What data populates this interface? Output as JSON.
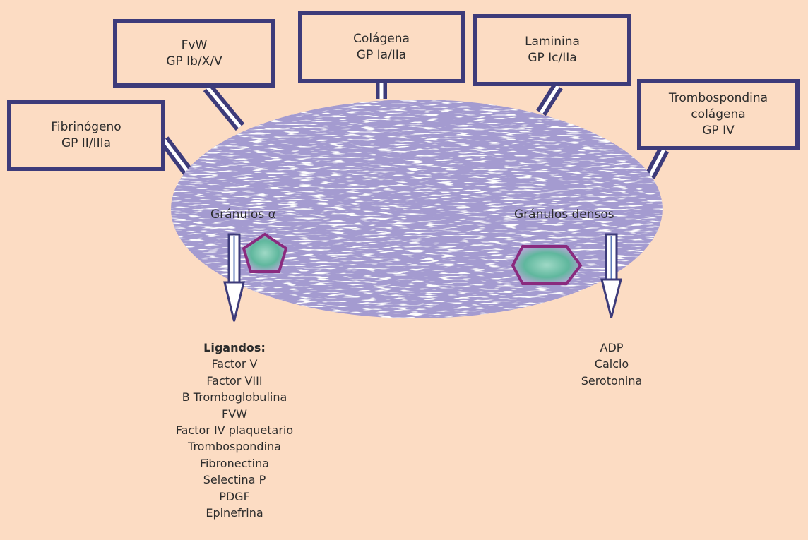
{
  "receptors": [
    {
      "lines": [
        "Fibrinógeno",
        "GP II/IIIa"
      ]
    },
    {
      "lines": [
        "FvW",
        "GP Ib/X/V"
      ]
    },
    {
      "lines": [
        "Colágena",
        "GP Ia/IIa"
      ]
    },
    {
      "lines": [
        "Laminina",
        "GP Ic/IIa"
      ]
    },
    {
      "lines": [
        "Trombospondina",
        "colágena",
        "GP IV"
      ]
    }
  ],
  "granules": {
    "alpha_label": "Gránulos α",
    "dense_label": "Gránulos densos"
  },
  "alpha_contents": {
    "heading": "Ligandos:",
    "items": [
      "Factor V",
      "Factor VIII",
      "B Tromboglobulina",
      "FVW",
      "Factor IV plaquetario",
      "Trombospondina",
      "Fibronectina",
      "Selectina P",
      "PDGF",
      "Epinefrina"
    ]
  },
  "dense_contents": {
    "items": [
      "ADP",
      "Calcio",
      "Serotonina"
    ]
  },
  "colors": {
    "background": "#fcdcc3",
    "platelet": "#a49bd0",
    "box_border": "#3d3b7a",
    "granule_border": "#8a2a7e",
    "granule_fill": "#6fbfa6",
    "text": "#2c2c2c"
  }
}
